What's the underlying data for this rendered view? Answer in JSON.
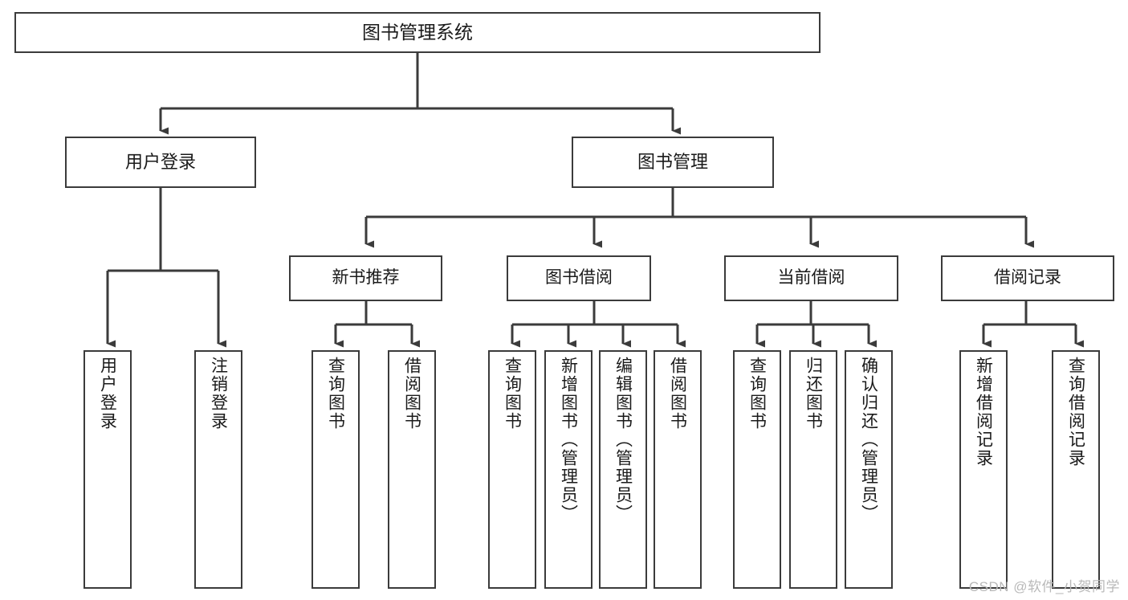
{
  "diagram": {
    "title": "图书管理系统",
    "type": "tree-hierarchy-chart",
    "watermark": "CSDN @软件_小贺同学",
    "colors": {
      "box_border": "#3b3b3b",
      "box_fill": "#ffffff",
      "connector": "#3b3b3b",
      "text": "#1a1a1a",
      "watermark": "#b9b9b9"
    },
    "root": {
      "label": "图书管理系统"
    },
    "level2": [
      {
        "label": "用户登录"
      },
      {
        "label": "图书管理"
      }
    ],
    "level3": [
      {
        "label": "新书推荐"
      },
      {
        "label": "图书借阅"
      },
      {
        "label": "当前借阅"
      },
      {
        "label": "借阅记录"
      }
    ],
    "leaves": [
      {
        "label": "用户登录"
      },
      {
        "label": "注销登录"
      },
      {
        "label": "查询图书"
      },
      {
        "label": "借阅图书"
      },
      {
        "label": "查询图书"
      },
      {
        "label": "新增图书（管理员）"
      },
      {
        "label": "编辑图书（管理员）"
      },
      {
        "label": "借阅图书"
      },
      {
        "label": "查询图书"
      },
      {
        "label": "归还图书"
      },
      {
        "label": "确认归还（管理员）"
      },
      {
        "label": "新增借阅记录"
      },
      {
        "label": "查询借阅记录"
      }
    ]
  }
}
